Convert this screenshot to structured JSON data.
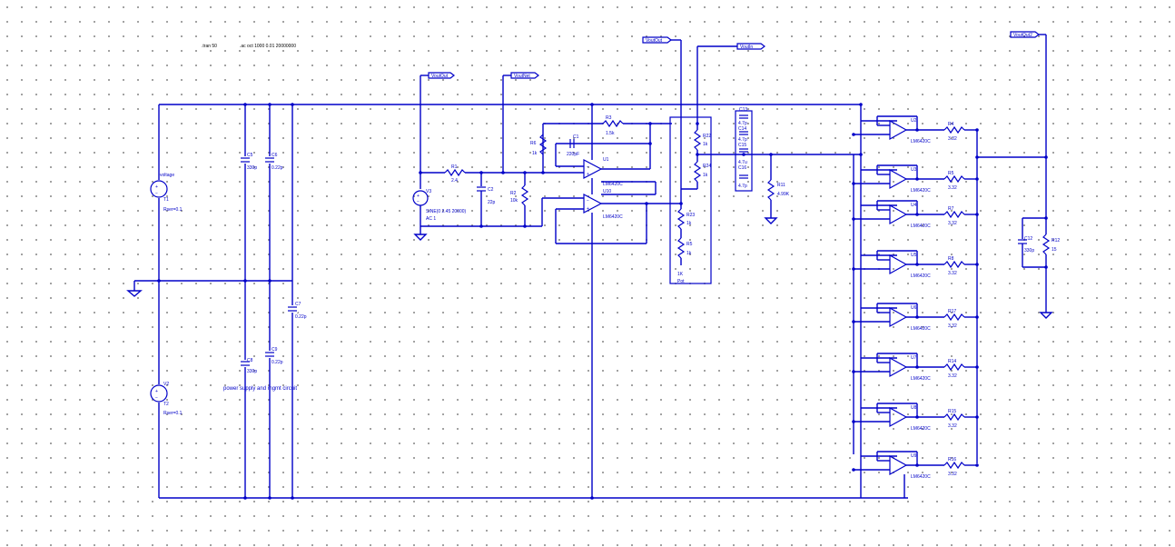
{
  "directives": {
    "tran": ".tran 50",
    "ac": ".ac oct 1000 0.01 20000000"
  },
  "labels": {
    "VoutOut": "VoutOut",
    "VoutIn": "VoutIn",
    "VinTop": "VoutOut",
    "VsubNet": "VoutNet",
    "Vout2": "VoutOut2"
  },
  "components": {
    "V1_name": "V1",
    "V1_val": "T1",
    "V1_rser": "Rser=0.1",
    "V1_node": "voltage",
    "V2_name": "V2",
    "V2_val": "T2",
    "V2_rser": "Rser=0.1",
    "V3_name": "V3",
    "V3_val1": "SINE(0 2.45 20000)",
    "V3_val2": "AC 1",
    "C5_name": "C5",
    "C5_val": "330p",
    "C6_name": "C6",
    "C6_val": "0.22p",
    "C8_name": "C8",
    "C8_val": "330p",
    "C9_name": "C9",
    "C9_val": "0.22p",
    "C7_name": "C7",
    "C7_val": "0.22p",
    "R1_name": "R1",
    "R1_val": "2.4",
    "C2_name": "C2",
    "C2_val": "22p",
    "R2_name": "R2",
    "R2_val": "10k",
    "R6_name": "R6",
    "R6_val": "1k",
    "C1_name": "C1",
    "C1_val": "220pF",
    "R3_name": "R3",
    "R3_val": "1.5k",
    "U1_name": "U1",
    "U1_val": "LM6420C",
    "U10_name": "U10",
    "U10_val": "LM6420C",
    "R22_name": "R22",
    "R22_val": "1k",
    "R23_name": "R23",
    "R23_val": "1k",
    "R24_name": "R24",
    "R24_val": "1k",
    "R5_name": "R5",
    "R5_val": "1k",
    "pot1": "1K",
    "pot2": "Pot",
    "C13": "C13",
    "C14": "C14",
    "C15": "C15",
    "C16": "C16",
    "c4p7a": "4.7p",
    "c4p7b": "4.7p",
    "c4p7c": "4.7u",
    "c4p7d": "4.7p",
    "R11_name": "R11",
    "R11_val": "4.99K",
    "C12_name": "C12",
    "C12_val": "330p",
    "R12_name": "R12",
    "R12_val": "15",
    "opamp_model": "LM6420C",
    "out_res_val": "3.32",
    "stages": [
      {
        "u": "U2",
        "r": "R4"
      },
      {
        "u": "U3",
        "r": "R5"
      },
      {
        "u": "U4",
        "r": "R7"
      },
      {
        "u": "U5",
        "r": "R8"
      },
      {
        "u": "U6",
        "r": "R17"
      },
      {
        "u": "U7",
        "r": "R14"
      },
      {
        "u": "U8",
        "r": "R15"
      },
      {
        "u": "U9",
        "r": "R16"
      }
    ],
    "power_note": "power supply and mgmt circuit"
  }
}
